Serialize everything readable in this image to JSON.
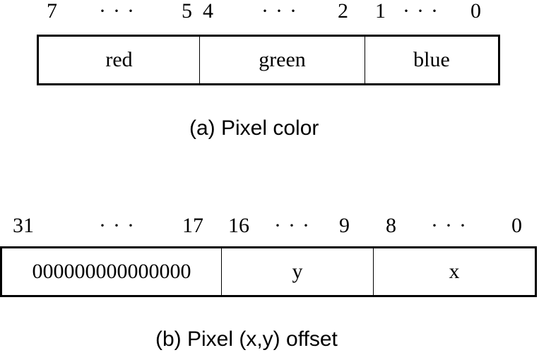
{
  "color_diagram": {
    "bit_labels": {
      "red_high": "7",
      "red_dots": "···",
      "red_low": "5",
      "green_high": "4",
      "green_dots": "···",
      "green_low": "2",
      "blue_high": "1",
      "blue_dots": "···",
      "blue_low": "0"
    },
    "fields": {
      "red": "red",
      "green": "green",
      "blue": "blue"
    },
    "caption": "(a) Pixel color"
  },
  "offset_diagram": {
    "bit_labels": {
      "zero_high": "31",
      "zero_dots": "···",
      "zero_low": "17",
      "y_high": "16",
      "y_dots": "···",
      "y_low": "9",
      "x_high": "8",
      "x_dots": "···",
      "x_low": "0"
    },
    "fields": {
      "zeros": "000000000000000",
      "y": "y",
      "x": "x"
    },
    "caption": "(b) Pixel (x,y) offset"
  }
}
